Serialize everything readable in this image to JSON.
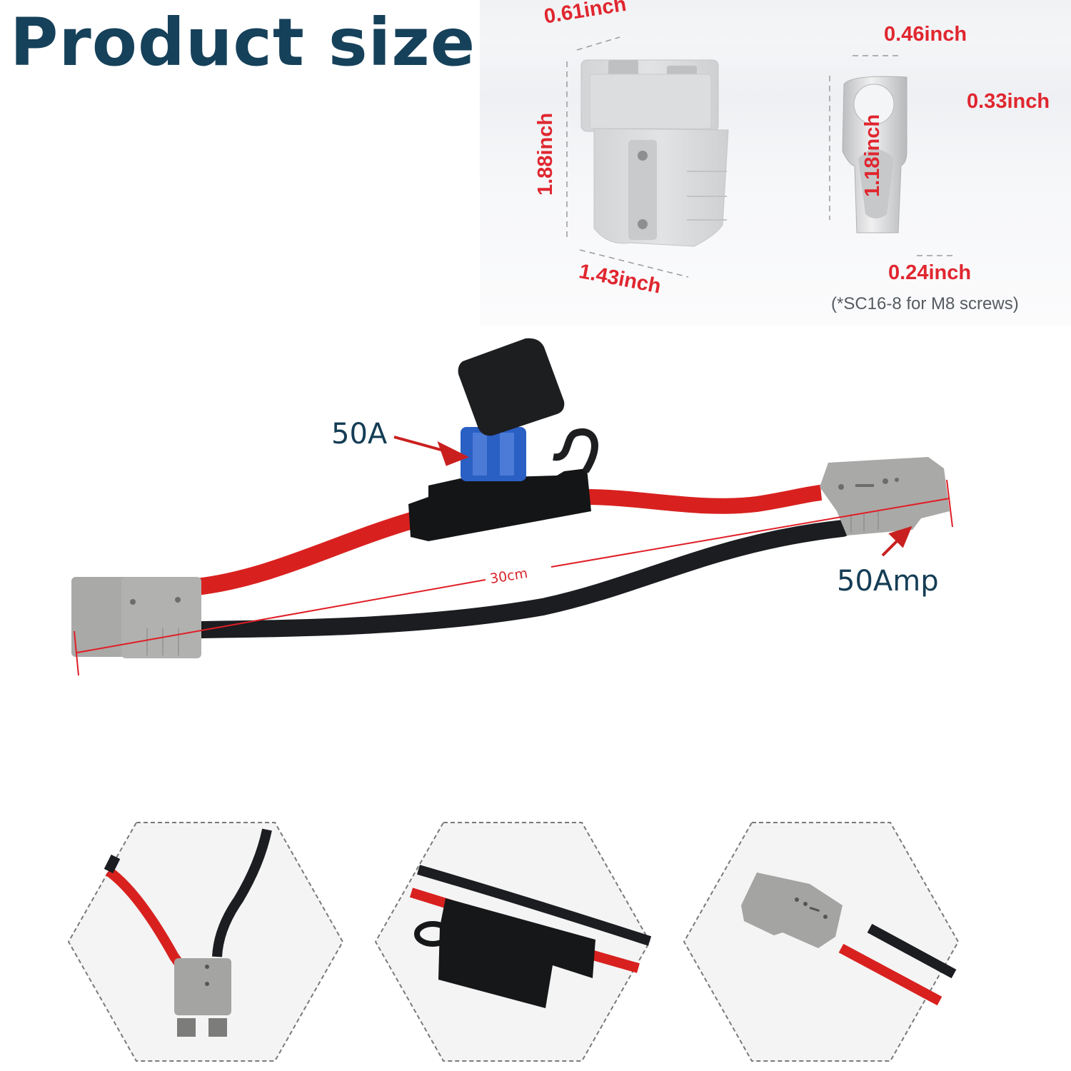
{
  "title": "Product size",
  "dimensions_panel": {
    "connector": {
      "width_label": "0.61inch",
      "height_label": "1.88inch",
      "depth_label": "1.43inch"
    },
    "ring_terminal": {
      "width_label": "0.46inch",
      "hole_label": "0.33inch",
      "length_label": "1.18inch",
      "barrel_label": "0.24inch",
      "note": "(*SC16-8 for M8 screws)"
    }
  },
  "main_photo": {
    "fuse_callout": "50A",
    "connector_callout": "50Amp",
    "cable_length": "30cm"
  },
  "detail_hexes": [
    {
      "subject": "connector-with-leads"
    },
    {
      "subject": "inline-fuse-holder"
    },
    {
      "subject": "connector-side-view"
    }
  ],
  "colors": {
    "title": "#16415a",
    "dimension_red": "#e0262f",
    "callout_text": "#153d55",
    "wire_red": "#d8211f",
    "wire_black": "#1b1d20",
    "connector_gray": "#a9a9a7",
    "fuse_blue": "#2a5fc4"
  }
}
